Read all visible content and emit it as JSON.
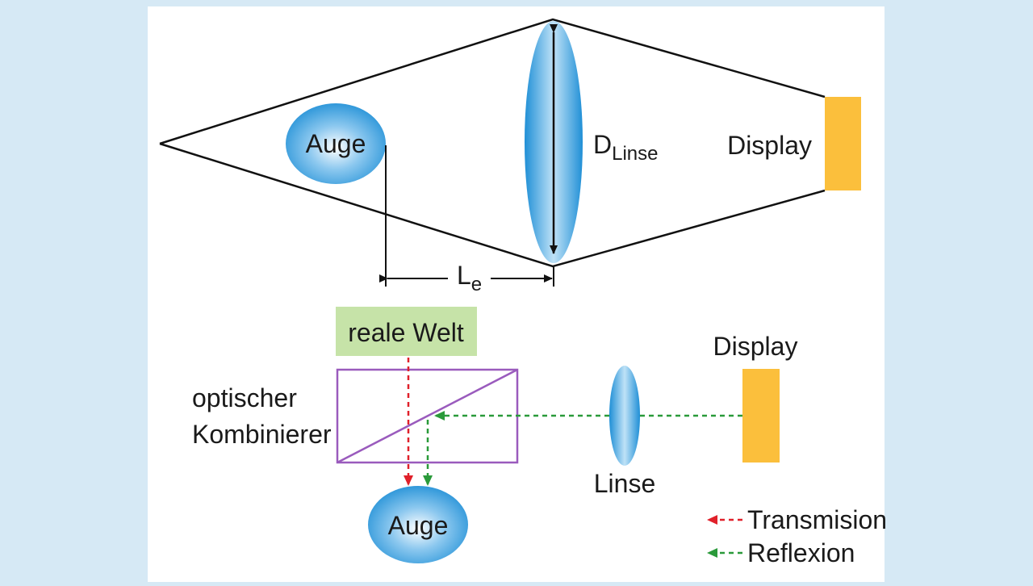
{
  "top_diagram": {
    "eye_label": "Auge",
    "lens_diameter_main": "D",
    "lens_diameter_sub": "Linse",
    "display_label": "Display",
    "distance_main": "L",
    "distance_sub": "e"
  },
  "bottom_diagram": {
    "real_world_label": "reale Welt",
    "combiner_label_line1": "optischer",
    "combiner_label_line2": "Kombinierer",
    "eye_label": "Auge",
    "lens_label": "Linse",
    "display_label": "Display"
  },
  "legend": {
    "items": [
      {
        "label": "Transmision",
        "color": "#e0202a"
      },
      {
        "label": "Reflexion",
        "color": "#2a9a3a"
      }
    ]
  },
  "colors": {
    "display": "#fbbf3c",
    "real_world_box": "#c6e3a8",
    "combiner": "#9a5bbd",
    "lens_blue": "#1f8fd6",
    "background": "#d6e9f5",
    "panel": "#ffffff"
  }
}
